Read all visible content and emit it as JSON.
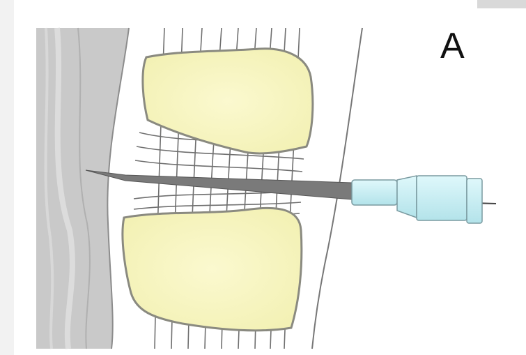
{
  "figure": {
    "panel_label": "A",
    "colors": {
      "vertebra_fill": "#f8f6c4",
      "vertebra_stroke": "#8a8a80",
      "disc_lines": "#6a6a6a",
      "dura_gray": "#bdbdbd",
      "needle_shaft": "#777777",
      "needle_hub": "#c9eef2",
      "hub_stroke": "#7a9aa0"
    },
    "elements": [
      "dural-sac",
      "upper-vertebral-body",
      "lower-vertebral-body",
      "intervertebral-disc",
      "needle-shaft",
      "needle-hub"
    ]
  }
}
